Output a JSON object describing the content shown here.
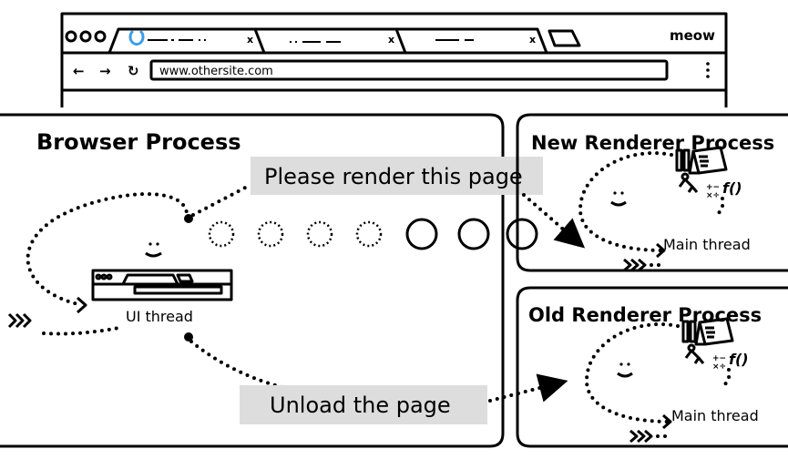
{
  "browser_window": {
    "url": "www.othersite.com",
    "profile_label": "meow",
    "tabs": [
      {
        "close": "x"
      },
      {
        "close": "x"
      },
      {
        "close": "x"
      }
    ],
    "icons": [
      "back-arrow",
      "forward-arrow",
      "reload",
      "menu-kebab",
      "loading-spinner",
      "new-tab"
    ]
  },
  "browser_process": {
    "title": "Browser Process",
    "thread_label": "UI thread",
    "message_render": "Please render this page",
    "message_unload": "Unload the page"
  },
  "new_renderer": {
    "title": "New Renderer Process",
    "thread_label": "Main thread"
  },
  "old_renderer": {
    "title": "Old Renderer Process",
    "thread_label": "Main thread"
  },
  "colors": {
    "label_bg": "#dddddd",
    "spinner": "#3b9ee8",
    "stroke": "#000000"
  }
}
